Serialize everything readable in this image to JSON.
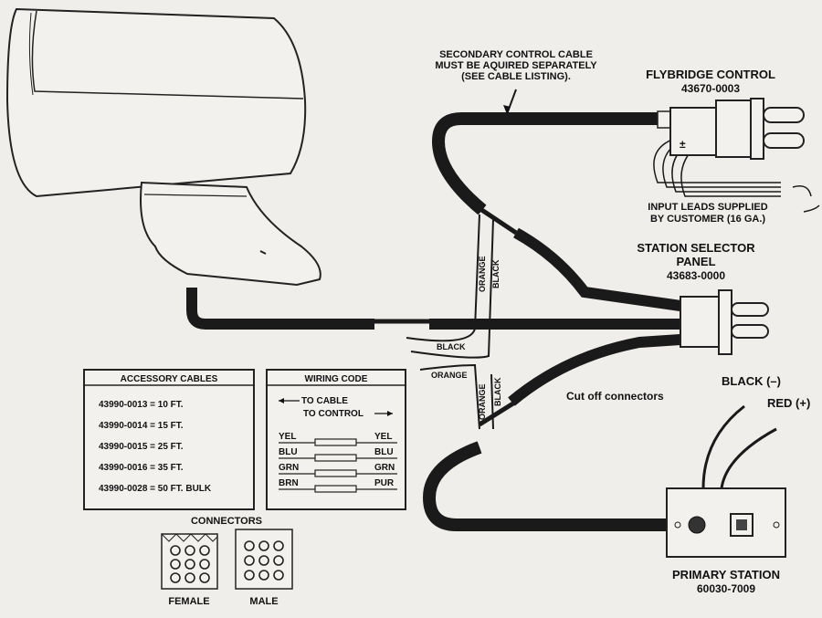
{
  "labels": {
    "secondary_cable": [
      "SECONDARY CONTROL CABLE",
      "MUST BE AQUIRED SEPARATELY",
      "(SEE CABLE LISTING)."
    ],
    "flybridge": [
      "FLYBRIDGE CONTROL",
      "43670-0003"
    ],
    "input_leads": [
      "INPUT LEADS SUPPLIED",
      "BY CUSTOMER (16 GA.)"
    ],
    "station_selector": [
      "STATION SELECTOR",
      "PANEL",
      "43683-0000"
    ],
    "wire_orange_upper": "ORANGE",
    "wire_black_upper": "BLACK",
    "wire_black_mid": "BLACK",
    "wire_orange_mid": "ORANGE",
    "wire_orange_lower": "ORANGE",
    "wire_black_lower": "BLACK",
    "cut_off": "Cut off connectors",
    "black_neg": "BLACK (–)",
    "red_pos": "RED (+)",
    "primary_station": [
      "PRIMARY STATION",
      "60030-7009"
    ],
    "flybridge_sign": "±"
  },
  "accessory_cables": {
    "title": "ACCESSORY CABLES",
    "items": [
      "43990-0013 = 10 FT.",
      "43990-0014 = 15 FT.",
      "43990-0015 = 25 FT.",
      "43990-0016 = 35 FT.",
      "43990-0028 = 50 FT. BULK"
    ]
  },
  "wiring_code": {
    "title": "WIRING CODE",
    "to_cable": "TO CABLE",
    "to_control": "TO CONTROL",
    "rows": [
      {
        "left": "YEL",
        "right": "YEL"
      },
      {
        "left": "BLU",
        "right": "BLU"
      },
      {
        "left": "GRN",
        "right": "GRN"
      },
      {
        "left": "BRN",
        "right": "PUR"
      }
    ]
  },
  "connectors": {
    "title": "CONNECTORS",
    "female": "FEMALE",
    "male": "MALE"
  }
}
